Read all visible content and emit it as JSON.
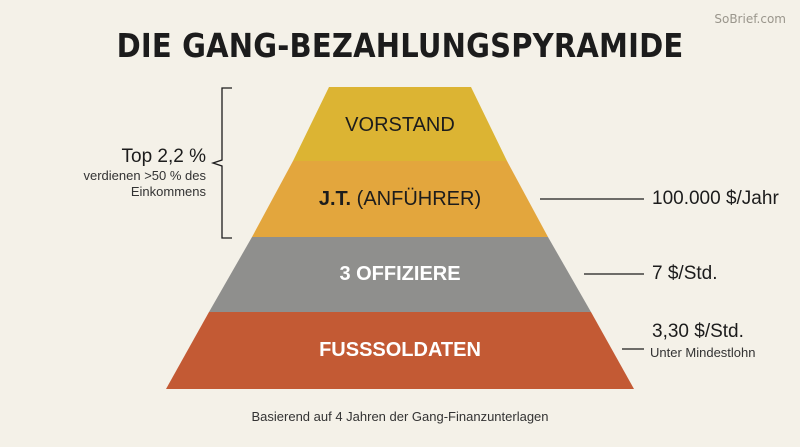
{
  "watermark": "SoBrief.com",
  "title": "DIE GANG-BEZAHLUNGSPYRAMIDE",
  "tiers": [
    {
      "label": "VORSTAND",
      "color": "#dcb433"
    },
    {
      "label_bold": "J.T.",
      "label_rest": " (ANFÜHRER)",
      "color": "#e3a63d"
    },
    {
      "label": "3 OFFIZIERE",
      "color": "#8f8f8d"
    },
    {
      "label": "FUSSSOLDATEN",
      "color": "#c35a34"
    }
  ],
  "left_annotation": {
    "headline": "Top 2,2 %",
    "line1": "verdienen >50 % des",
    "line2": "Einkommens"
  },
  "right_annotations": {
    "jt_pay": "100.000 $/Jahr",
    "officer_pay": "7 $/Std.",
    "soldier_pay": "3,30 $/Std.",
    "soldier_note": "Unter Mindestlohn"
  },
  "footnote": "Basierend auf 4 Jahren der Gang-Finanzunterlagen"
}
